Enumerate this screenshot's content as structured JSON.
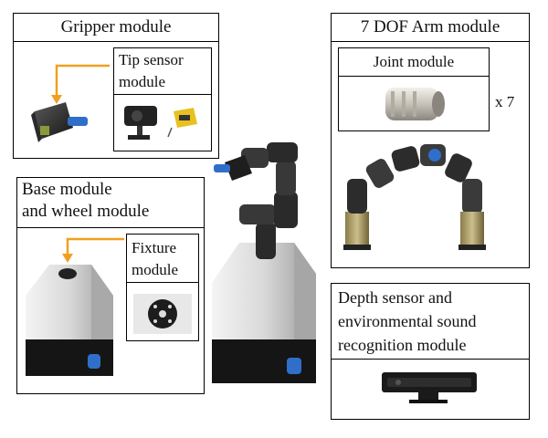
{
  "gripper": {
    "title": "Gripper module",
    "sub": [
      "Tip sensor",
      "module"
    ]
  },
  "arm": {
    "title": "7 DOF Arm module",
    "joint": "Joint module",
    "multiplier": "x 7"
  },
  "base": {
    "title": [
      "Base module",
      "and wheel module"
    ],
    "fixture": [
      "Fixture",
      "module"
    ]
  },
  "depth": {
    "title": [
      "Depth sensor and",
      "environmental sound",
      "recognition module"
    ]
  },
  "colors": {
    "arrow": "#f0a020",
    "accent_blue": "#2f6fc9",
    "dark": "#1a1a1a",
    "silver": "#d8d8d8"
  }
}
